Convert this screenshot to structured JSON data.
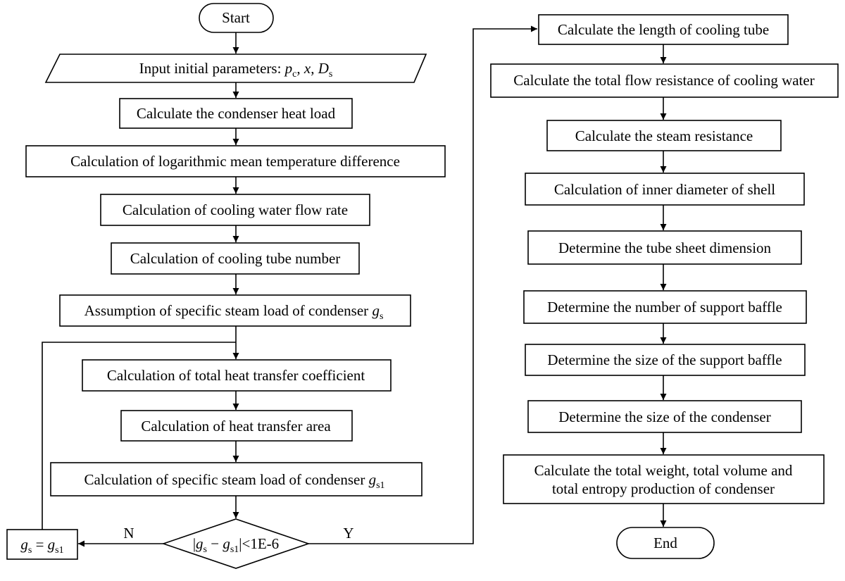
{
  "flowchart": {
    "start": "Start",
    "input": {
      "prefix": "Input initial parameters: ",
      "p": "p",
      "p_sub": "c",
      "x": "x",
      "d": "D",
      "d_sub": "s"
    },
    "steps_left": [
      "Calculate the condenser heat load",
      "Calculation of logarithmic mean temperature difference",
      "Calculation of cooling water flow rate",
      "Calculation of cooling tube number"
    ],
    "assumption": {
      "text": "Assumption of specific steam load of condenser ",
      "var": "g",
      "sub": "s"
    },
    "loop_steps": [
      "Calculation of total heat transfer coefficient",
      "Calculation of heat transfer area"
    ],
    "specific": {
      "text": "Calculation of specific steam load of condenser ",
      "var": "g",
      "sub": "s1"
    },
    "decision": {
      "g1": "g",
      "s1": "s",
      "minus": " − ",
      "g2": "g",
      "s2": "s1",
      "tail": "|<1E-6"
    },
    "update": {
      "g1": "g",
      "s1": "s",
      "eq": " = ",
      "g2": "g",
      "s2": "s1"
    },
    "no_label": "N",
    "yes_label": "Y",
    "steps_right": [
      "Calculate the length of cooling tube",
      "Calculate the total flow resistance of cooling water",
      "Calculate the steam resistance",
      "Calculation of inner diameter of shell",
      "Determine the tube sheet dimension",
      "Determine the number of support baffle",
      "Determine the size of the support baffle",
      "Determine the size of the condenser"
    ],
    "final": [
      "Calculate the total weight, total volume and",
      "total entropy production of condenser"
    ],
    "end": "End"
  }
}
